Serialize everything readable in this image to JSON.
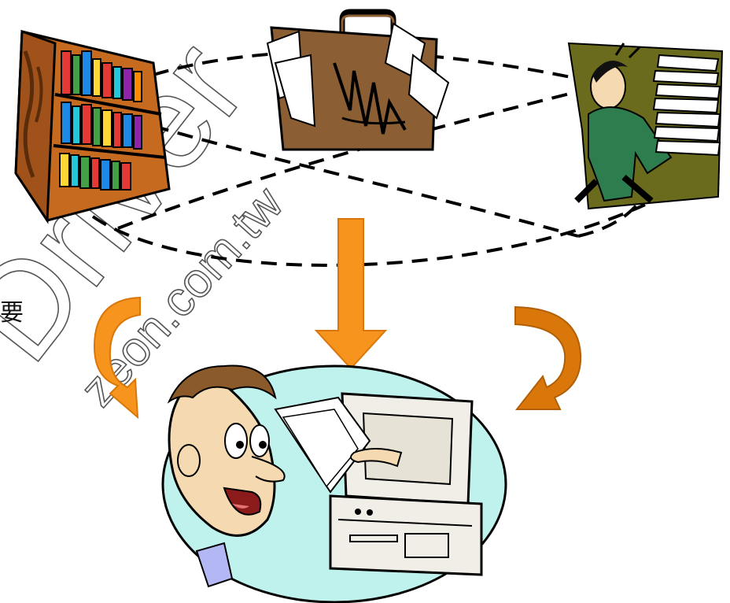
{
  "watermark": {
    "main_text": "Driver",
    "url_text": "zeon.com.tw"
  },
  "stray_glyph": "要",
  "icons": {
    "bookshelf": "bookshelf-icon",
    "briefcase": "briefcase-icon",
    "paper_carrier": "businessman-with-papers-icon",
    "computer_user": "happy-computer-user-icon",
    "down_arrow": "down-arrow-icon",
    "left_curved_arrow": "curved-arrow-left-icon",
    "right_curved_arrow": "curved-arrow-right-icon"
  },
  "colors": {
    "arrow_orange": "#F7941D",
    "arrow_dark_orange": "#D9770B",
    "ellipse_fill": "#BFF2EC",
    "bookshelf_wood": "#C56A1E",
    "briefcase_brown": "#8B5E34",
    "olive_bg": "#6B6B1E",
    "suit_green": "#2E7D4F",
    "dashed_line": "#000000"
  }
}
